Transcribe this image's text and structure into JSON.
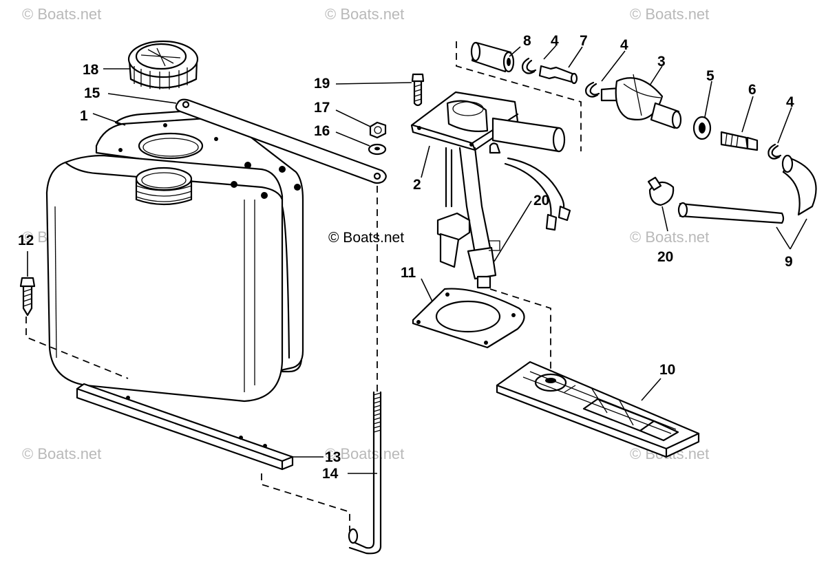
{
  "watermarks": {
    "faint": "© Boats.net",
    "center": "© Boats.net"
  },
  "callouts": {
    "c1": "1",
    "c2": "2",
    "c3": "3",
    "c4a": "4",
    "c4b": "4",
    "c4c": "4",
    "c5": "5",
    "c6": "6",
    "c7": "7",
    "c8": "8",
    "c9": "9",
    "c10": "10",
    "c11": "11",
    "c12": "12",
    "c13": "13",
    "c14": "14",
    "c15": "15",
    "c16": "16",
    "c17": "17",
    "c18": "18",
    "c19": "19",
    "c20a": "20",
    "c20b": "20"
  }
}
